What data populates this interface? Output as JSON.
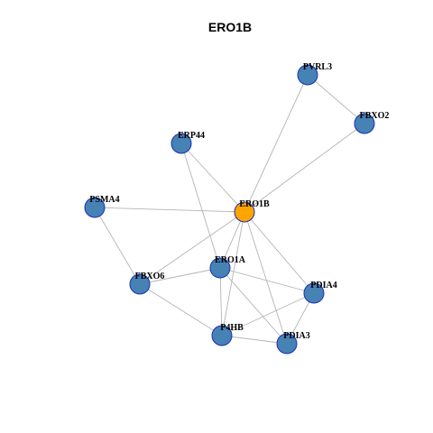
{
  "title": "ERO1B",
  "colors": {
    "hub_fill": "#FFA500",
    "node_fill": "#4682B4",
    "node_stroke": "#1C2FB5",
    "edge": "#B4B4B4"
  },
  "nodes": [
    {
      "id": "ERO1B",
      "label": "ERO1B",
      "role": "hub"
    },
    {
      "id": "PVRL3",
      "label": "PVRL3"
    },
    {
      "id": "FBXO2",
      "label": "FBXO2"
    },
    {
      "id": "ERP44",
      "label": "ERP44"
    },
    {
      "id": "PSMA4",
      "label": "PSMA4"
    },
    {
      "id": "ERO1A",
      "label": "ERO1A"
    },
    {
      "id": "FBXO6",
      "label": "FBXO6"
    },
    {
      "id": "PDIA4",
      "label": "PDIA4"
    },
    {
      "id": "P4HB",
      "label": "P4HB"
    },
    {
      "id": "PDIA3",
      "label": "PDIA3"
    }
  ],
  "edges": [
    [
      "PVRL3",
      "FBXO2"
    ],
    [
      "PVRL3",
      "ERO1B"
    ],
    [
      "FBXO2",
      "ERO1B"
    ],
    [
      "ERP44",
      "ERO1B"
    ],
    [
      "ERP44",
      "ERO1A"
    ],
    [
      "PSMA4",
      "ERO1B"
    ],
    [
      "PSMA4",
      "FBXO6"
    ],
    [
      "ERO1B",
      "FBXO6"
    ],
    [
      "ERO1B",
      "ERO1A"
    ],
    [
      "ERO1B",
      "PDIA4"
    ],
    [
      "ERO1B",
      "P4HB"
    ],
    [
      "ERO1B",
      "PDIA3"
    ],
    [
      "ERO1A",
      "FBXO6"
    ],
    [
      "ERO1A",
      "PDIA4"
    ],
    [
      "ERO1A",
      "P4HB"
    ],
    [
      "ERO1A",
      "PDIA3"
    ],
    [
      "FBXO6",
      "P4HB"
    ],
    [
      "PDIA4",
      "P4HB"
    ],
    [
      "PDIA4",
      "PDIA3"
    ],
    [
      "P4HB",
      "PDIA3"
    ]
  ]
}
